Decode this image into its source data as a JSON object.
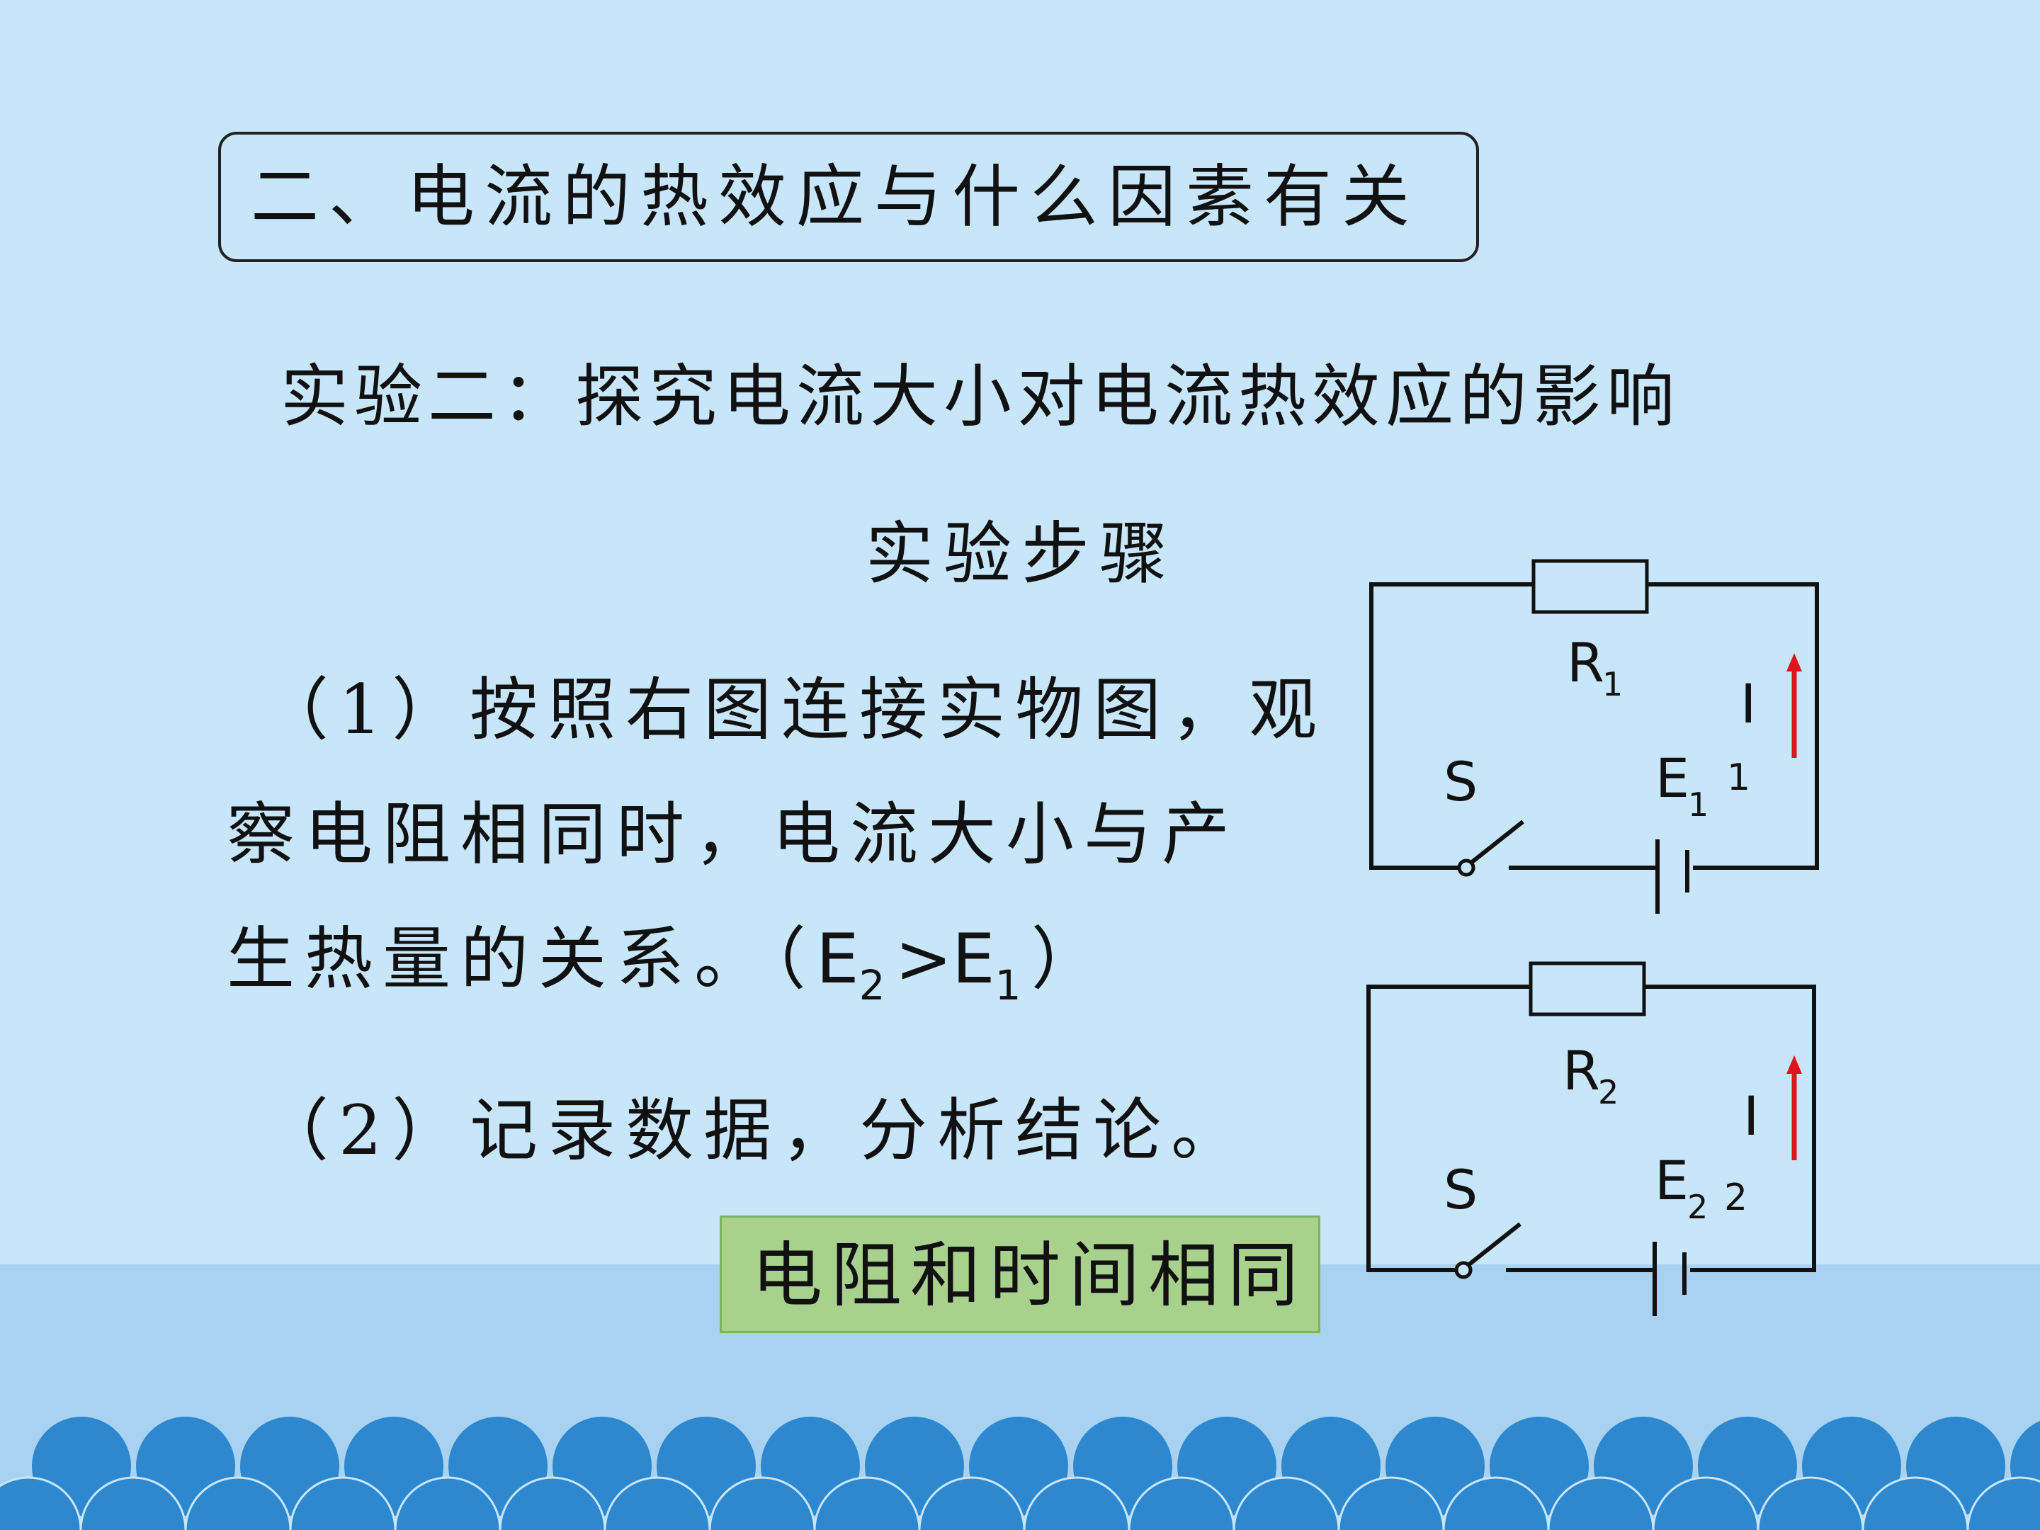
{
  "title": "二、电流的热效应与什么因素有关",
  "subtitle": "实验二：探究电流大小对电流热效应的影响",
  "steps_heading": "实验步骤",
  "step1": {
    "line1": "（1）按照右图连接实物图，观",
    "line2": "察电阻相同时，电流大小与产",
    "line3_text": "生热量的关系。（",
    "line3_e": "E",
    "line3_sub2": "2",
    "line3_gt": ">",
    "line3_e1": "E",
    "line3_sub1": "1",
    "line3_close": "）"
  },
  "step2": "（2）记录数据，分析结论。",
  "note": "电阻和时间相同",
  "circuits": [
    {
      "resistor": "R",
      "resistor_sub": "1",
      "switch": "S",
      "source": "E",
      "source_sub": "1",
      "current": "I",
      "current_sub": "1"
    },
    {
      "resistor": "R",
      "resistor_sub": "2",
      "switch": "S",
      "source": "E",
      "source_sub": "2",
      "current": "I",
      "current_sub": "2"
    }
  ],
  "colors": {
    "background": "#c8e6fa",
    "band": "#a8d2f0",
    "wave": "#2d88cf",
    "note_fill": "#a9d18e",
    "arrow": "#e0141e"
  }
}
